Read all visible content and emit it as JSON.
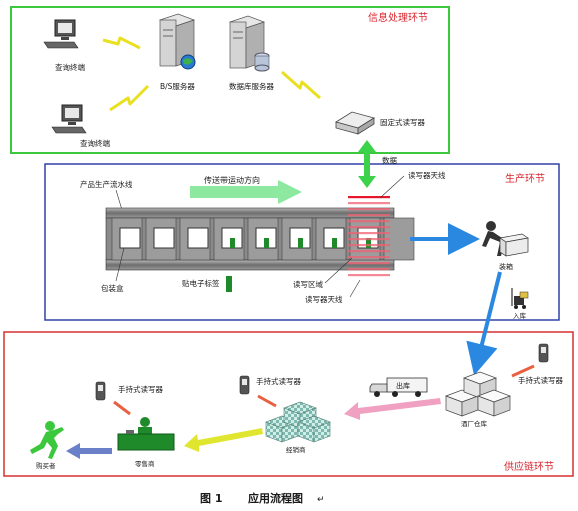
{
  "sections": {
    "info": "信息处理环节",
    "production": "生产环节",
    "supply": "供应链环节"
  },
  "info_labels": {
    "query_terminal_1": "查询终端",
    "query_terminal_2": "查询终端",
    "bs_server": "B/S服务器",
    "db_server": "数据库服务器",
    "fixed_reader": "固定式读写器"
  },
  "production_labels": {
    "data": "数据",
    "conveyor_direction": "传送带运动方向",
    "assembly_line": "产品生产流水线",
    "reader_antenna_top": "读写器天线",
    "packaging_box": "包装盒",
    "tag": "贴电子标签",
    "rw_zone": "读写区域",
    "reader_antenna_bottom": "读写器天线",
    "boxing": "装箱",
    "storage": "入库"
  },
  "supply_labels": {
    "handheld_1": "手持式读写器",
    "handheld_2": "手持式读写器",
    "handheld_3": "手持式读写器",
    "truck": "出库",
    "warehouse": "酒厂仓库",
    "distributor": "经销商",
    "retailer": "零售商",
    "buyer": "购买者"
  },
  "caption": {
    "figure": "图 1",
    "title": "应用流程图",
    "mark": "↵"
  },
  "colors": {
    "info_border": "#3cc83c",
    "production_border": "#3040a8",
    "supply_border": "#d63030",
    "title_red": "#d9262f",
    "arrow_blue": "#2a88e0",
    "arrow_green": "#3cd24a",
    "arrow_mint": "#8de8a0",
    "arrow_pink": "#f0a0c0",
    "arrow_yellow": "#e0e630",
    "arrow_navy": "#6a80c8",
    "lightning": "#e8e020"
  }
}
